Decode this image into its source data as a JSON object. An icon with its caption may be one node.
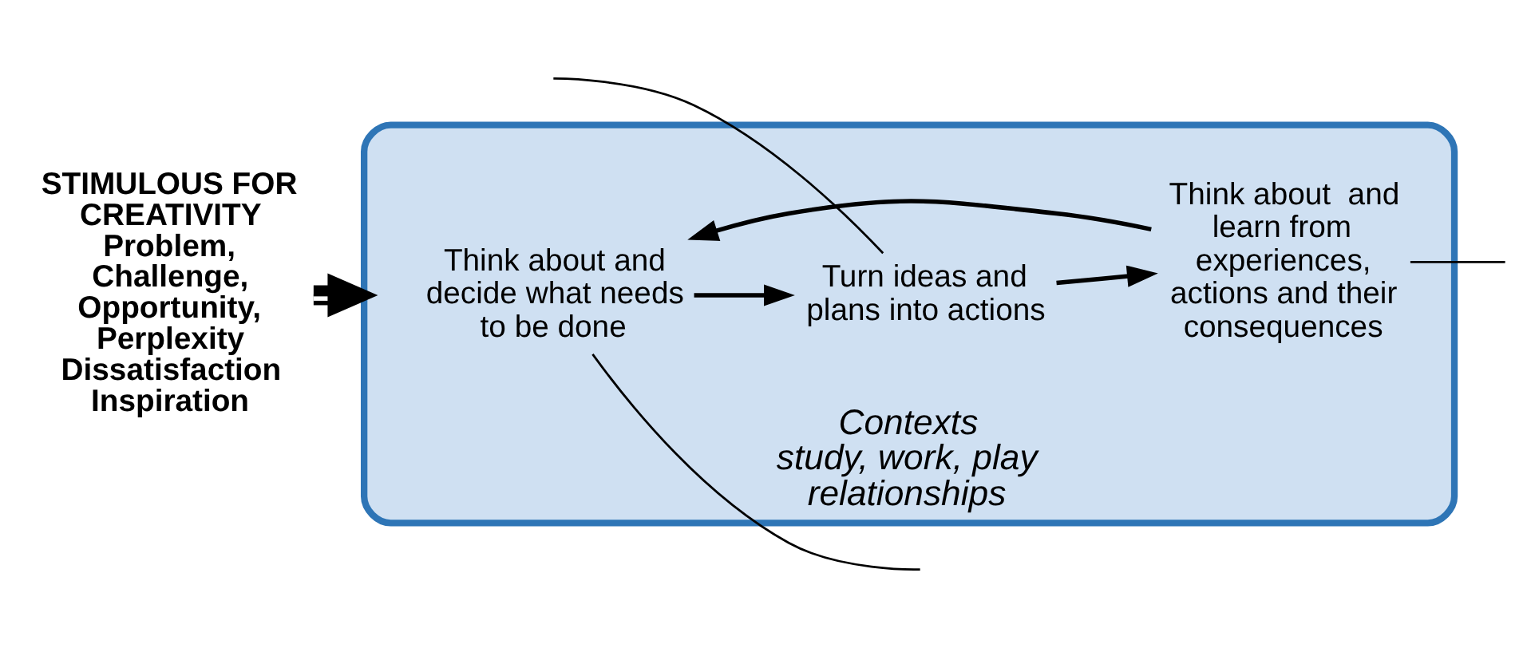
{
  "diagram": {
    "nodes": [
      {
        "text": [
          "STIMULOUS FOR CREATIVITY",
          "Problem, Challenge, Opportunity, Perplexity Dissatisfaction Inspiration"
        ]
      },
      {
        "text": [
          "Contexts",
          "study, work, play relationships"
        ]
      },
      {
        "text": [
          "Think about and decide what needs to be done"
        ],
        "in": 1
      },
      {
        "text": [
          "Turn ideas and plans into actions"
        ],
        "in": 1
      },
      {
        "text": [
          "Think about  and learn from experiences, actions and their consequences"
        ],
        "in": 1
      }
    ],
    "edges": [
      {
        "from": 0,
        "to": 1,
        "arrow": "to",
        "style": "thick"
      },
      {
        "from": 2,
        "to": 3,
        "arrow": "to"
      },
      {
        "from": 3,
        "to": 4,
        "arrow": "to"
      },
      {
        "from": 4,
        "to": 2,
        "arrow": "to"
      },
      {
        "from": null,
        "to": 3,
        "arrow": "none"
      },
      {
        "from": 2,
        "to": null,
        "arrow": "none"
      },
      {
        "from": 4,
        "to": null,
        "arrow": "none"
      }
    ]
  }
}
